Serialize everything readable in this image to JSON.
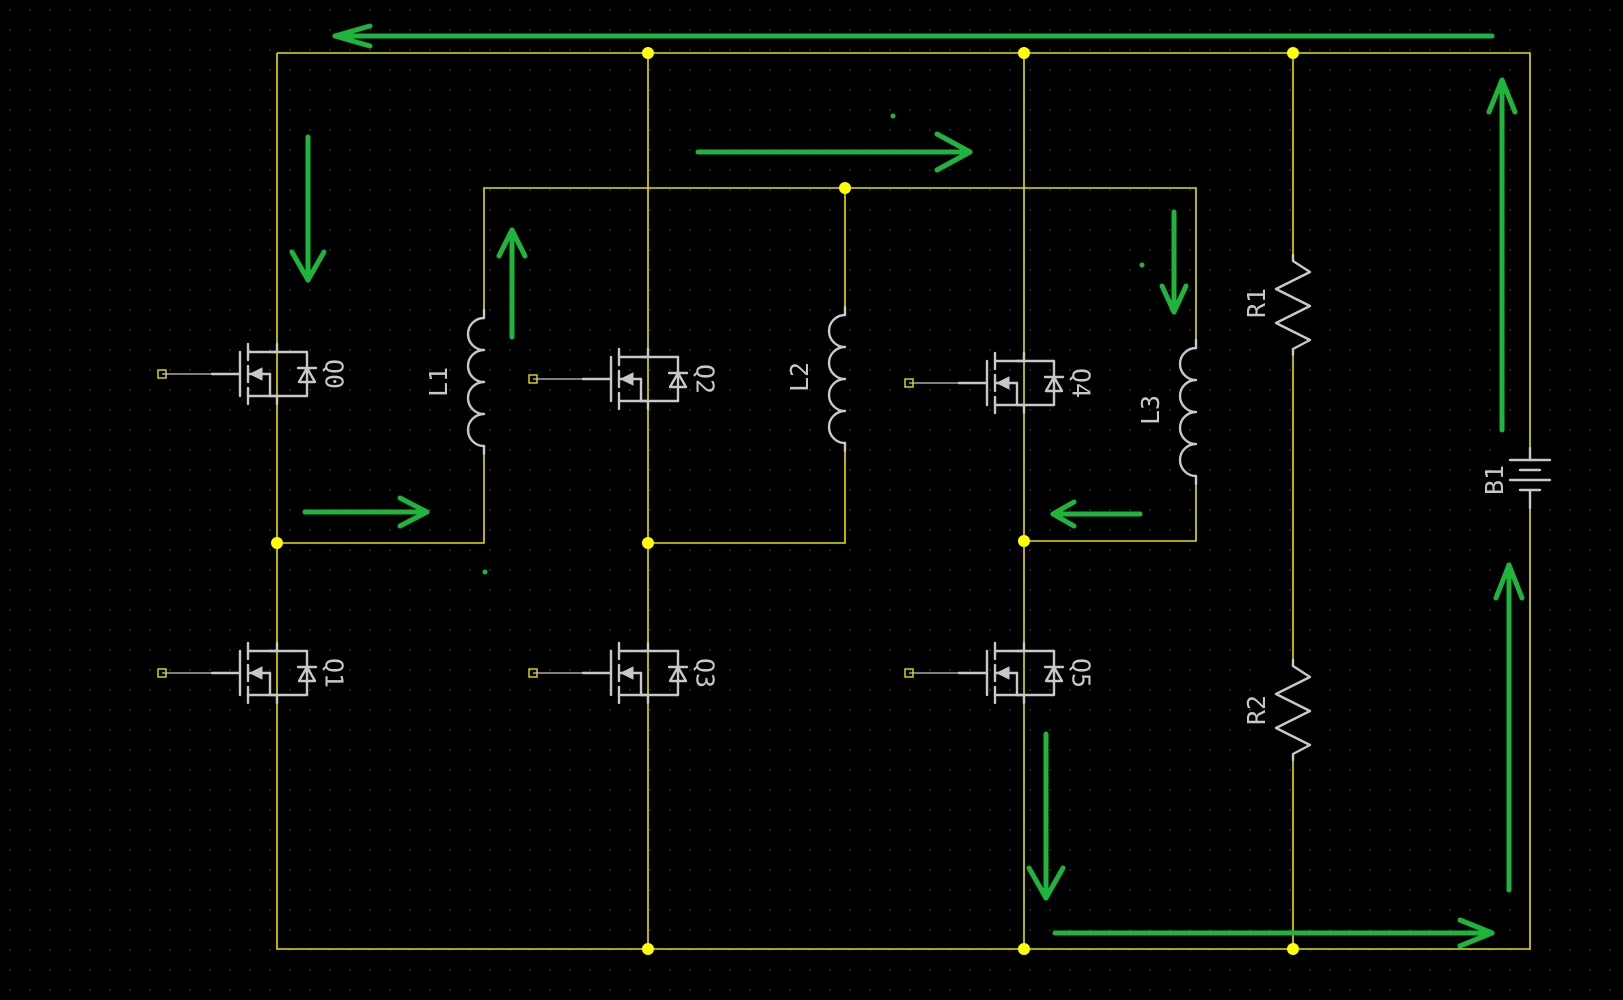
{
  "colors": {
    "background": "#000000",
    "grid_dot": "#2a2a2a",
    "wire": "#e6e000",
    "junction": "#ffff00",
    "symbol": "#c8c8c8",
    "arrow": "#1fb53d"
  },
  "components": {
    "mosfets": [
      "Q0",
      "Q1",
      "Q2",
      "Q3",
      "Q4",
      "Q5"
    ],
    "inductors": [
      "L1",
      "L2",
      "L3"
    ],
    "resistors": [
      "R1",
      "R2"
    ],
    "battery": "B1"
  }
}
